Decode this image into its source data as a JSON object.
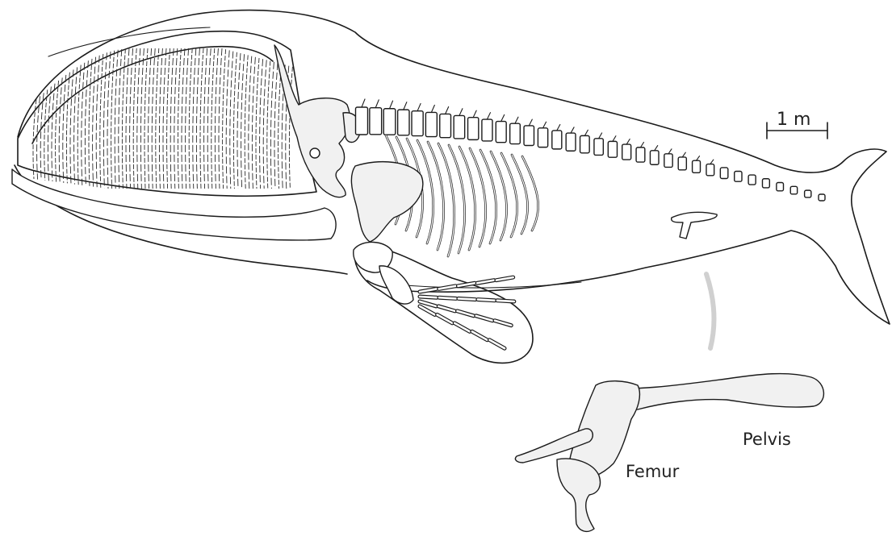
{
  "labels": {
    "scale_bar": "1 m",
    "femur": "Femur",
    "pelvis": "Pelvis"
  },
  "colors": {
    "ink": "#1b1b1b",
    "background": "#ffffff",
    "shading": "#a9a9a9"
  }
}
